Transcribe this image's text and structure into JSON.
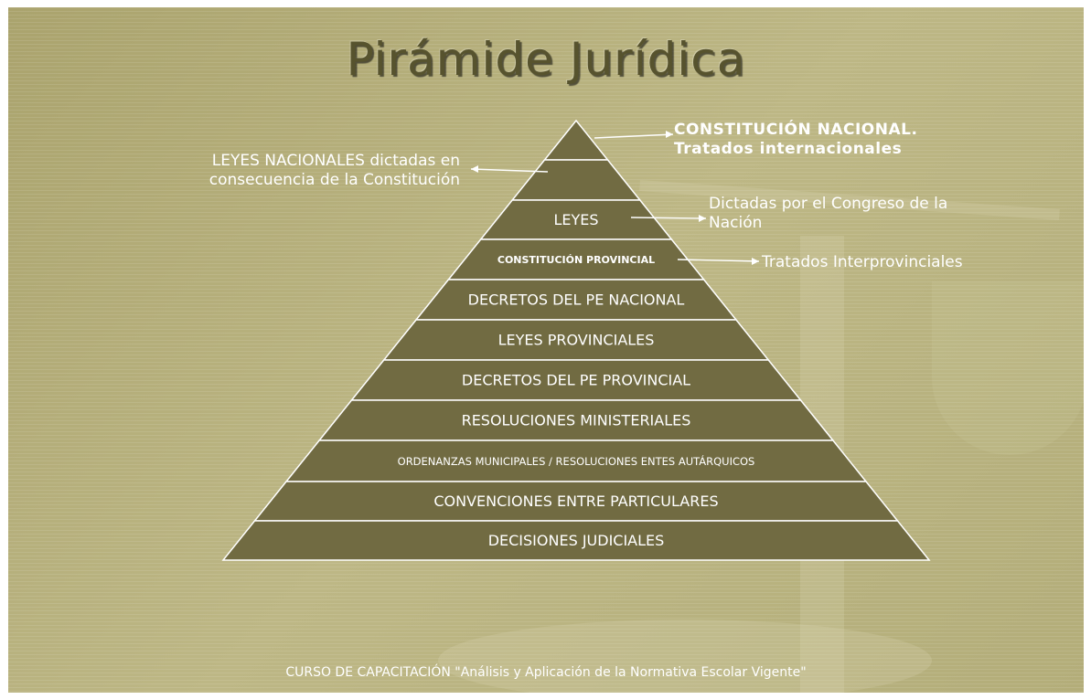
{
  "title": "Pirámide Jurídica",
  "colors": {
    "background": "#b6b07c",
    "tier_fill": "#716b42",
    "tier_line": "#ffffff",
    "text": "#ffffff",
    "title": "#57532e"
  },
  "tiers": [
    "",
    "",
    "LEYES",
    "CONSTITUCIÓN PROVINCIAL",
    "DECRETOS DEL PE NACIONAL",
    "LEYES PROVINCIALES",
    "DECRETOS DEL PE PROVINCIAL",
    "RESOLUCIONES MINISTERIALES",
    "ORDENANZAS MUNICIPALES / RESOLUCIONES ENTES AUTÁRQUICOS",
    "CONVENCIONES ENTRE PARTICULARES",
    "DECISIONES JUDICIALES"
  ],
  "notes": {
    "constitucion": {
      "line1": "CONSTITUCIÓN NACIONAL.",
      "line2": "Tratados internacionales"
    },
    "leyes_nacionales": {
      "line1": "LEYES NACIONALES dictadas en",
      "line2": "consecuencia de la Constitución"
    },
    "congreso": {
      "line1": "Dictadas por el Congreso de la",
      "line2": "Nación"
    },
    "interprovinciales": "Tratados Interprovinciales"
  },
  "footer": "CURSO DE CAPACITACIÓN \"Análisis y Aplicación de la Normativa Escolar Vigente\""
}
